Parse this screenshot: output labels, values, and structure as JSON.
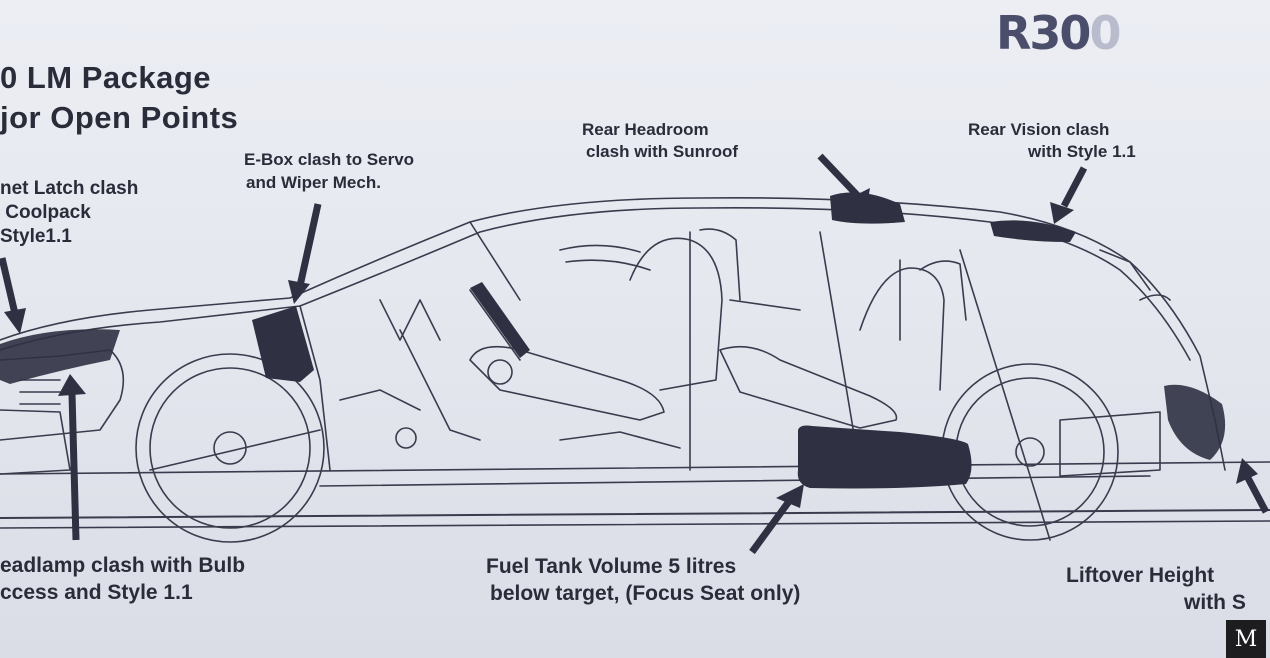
{
  "title": {
    "line1": "0 LM Package",
    "line2": "jor Open Points"
  },
  "stamp": {
    "main": "R30",
    "faint": "0"
  },
  "callouts": {
    "bonnet_latch": [
      "net Latch clash",
      " Coolpack",
      "Style1.1"
    ],
    "ebox": [
      "E-Box clash to Servo",
      "and Wiper Mech."
    ],
    "rear_headroom": [
      "Rear Headroom",
      "clash with Sunroof"
    ],
    "rear_vision": [
      "Rear Vision clash",
      "with Style 1.1"
    ],
    "headlamp": [
      "eadlamp clash with Bulb",
      "ccess and Style 1.1"
    ],
    "fuel_tank": [
      "Fuel Tank Volume 5 litres",
      "below target, (Focus Seat only)"
    ],
    "liftover": [
      "Liftover Height",
      "with S"
    ]
  },
  "badge": {
    "letter": "M"
  },
  "colors": {
    "ink": "#2b2c3a",
    "paper": "#e6e7ef"
  }
}
